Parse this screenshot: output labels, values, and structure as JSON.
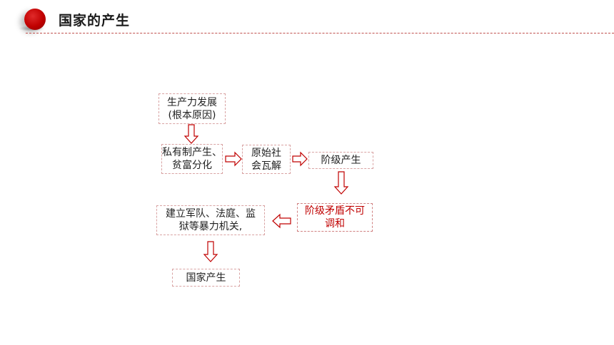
{
  "header": {
    "title": "国家的产生",
    "accent_color": "#c00000"
  },
  "diagram": {
    "nodes": {
      "productivity": "生产力发展\n(根本原因)",
      "private_ownership": "私有制产生、\n贫富分化",
      "primitive_society": "原始社\n会瓦解",
      "classes": "阶级产生",
      "class_conflict": "阶级矛盾不可\n调和",
      "apparatus": "建立军队、法庭、监\n狱等暴力机关,",
      "state": "国家产生"
    },
    "arrow_color": "#c00000"
  }
}
